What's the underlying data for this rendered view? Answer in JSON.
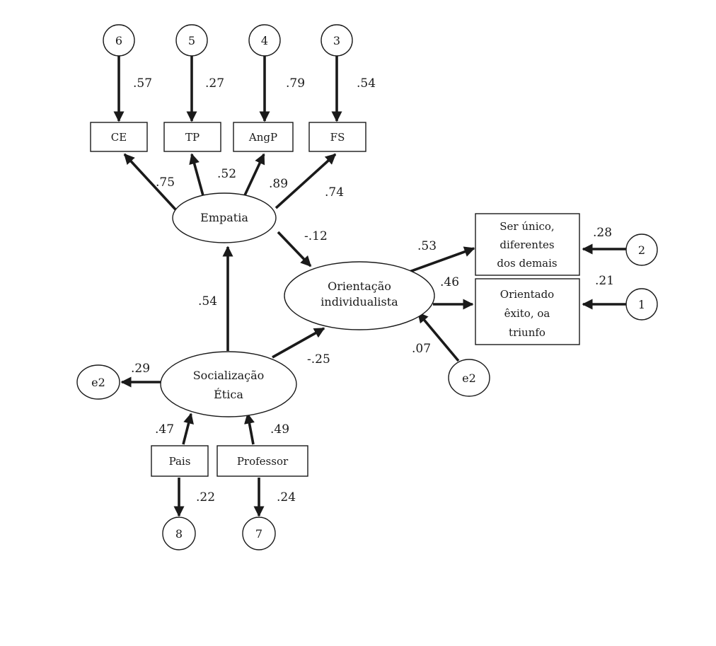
{
  "indicators_top": [
    "CE",
    "TP",
    "AngP",
    "FS"
  ],
  "errors_top": [
    "6",
    "5",
    "4",
    "3"
  ],
  "error_loadings_top": [
    ".57",
    ".27",
    ".79",
    ".54"
  ],
  "empatia": {
    "label": "Empatia",
    "loadings": [
      ".75",
      ".52",
      ".89",
      ".74"
    ]
  },
  "orientacao": {
    "line1": "Orientação",
    "line2": "individualista"
  },
  "socializacao": {
    "line1": "Socialização",
    "line2": "Ética"
  },
  "outcomes": [
    {
      "lines": [
        "Ser único,",
        "diferentes",
        "dos demais"
      ],
      "error": "2",
      "error_coef": ".28",
      "loading": ".53"
    },
    {
      "lines": [
        "Orientado",
        "êxito, oa",
        "triunfo"
      ],
      "error": "1",
      "error_coef": ".21",
      "loading": ".46"
    }
  ],
  "paths": {
    "empatia_to_orientacao": "-.12",
    "socializacao_to_empatia": ".54",
    "socializacao_to_orientacao": "-.25",
    "e2_to_orientacao": ".07",
    "socializacao_to_e2": ".29"
  },
  "residuals": {
    "left": "e2",
    "right": "e2"
  },
  "bottom_indicators": [
    {
      "label": "Pais",
      "loading": ".47",
      "error": "8",
      "error_coef": ".22"
    },
    {
      "label": "Professor",
      "loading": ".49",
      "error": "7",
      "error_coef": ".24"
    }
  ]
}
